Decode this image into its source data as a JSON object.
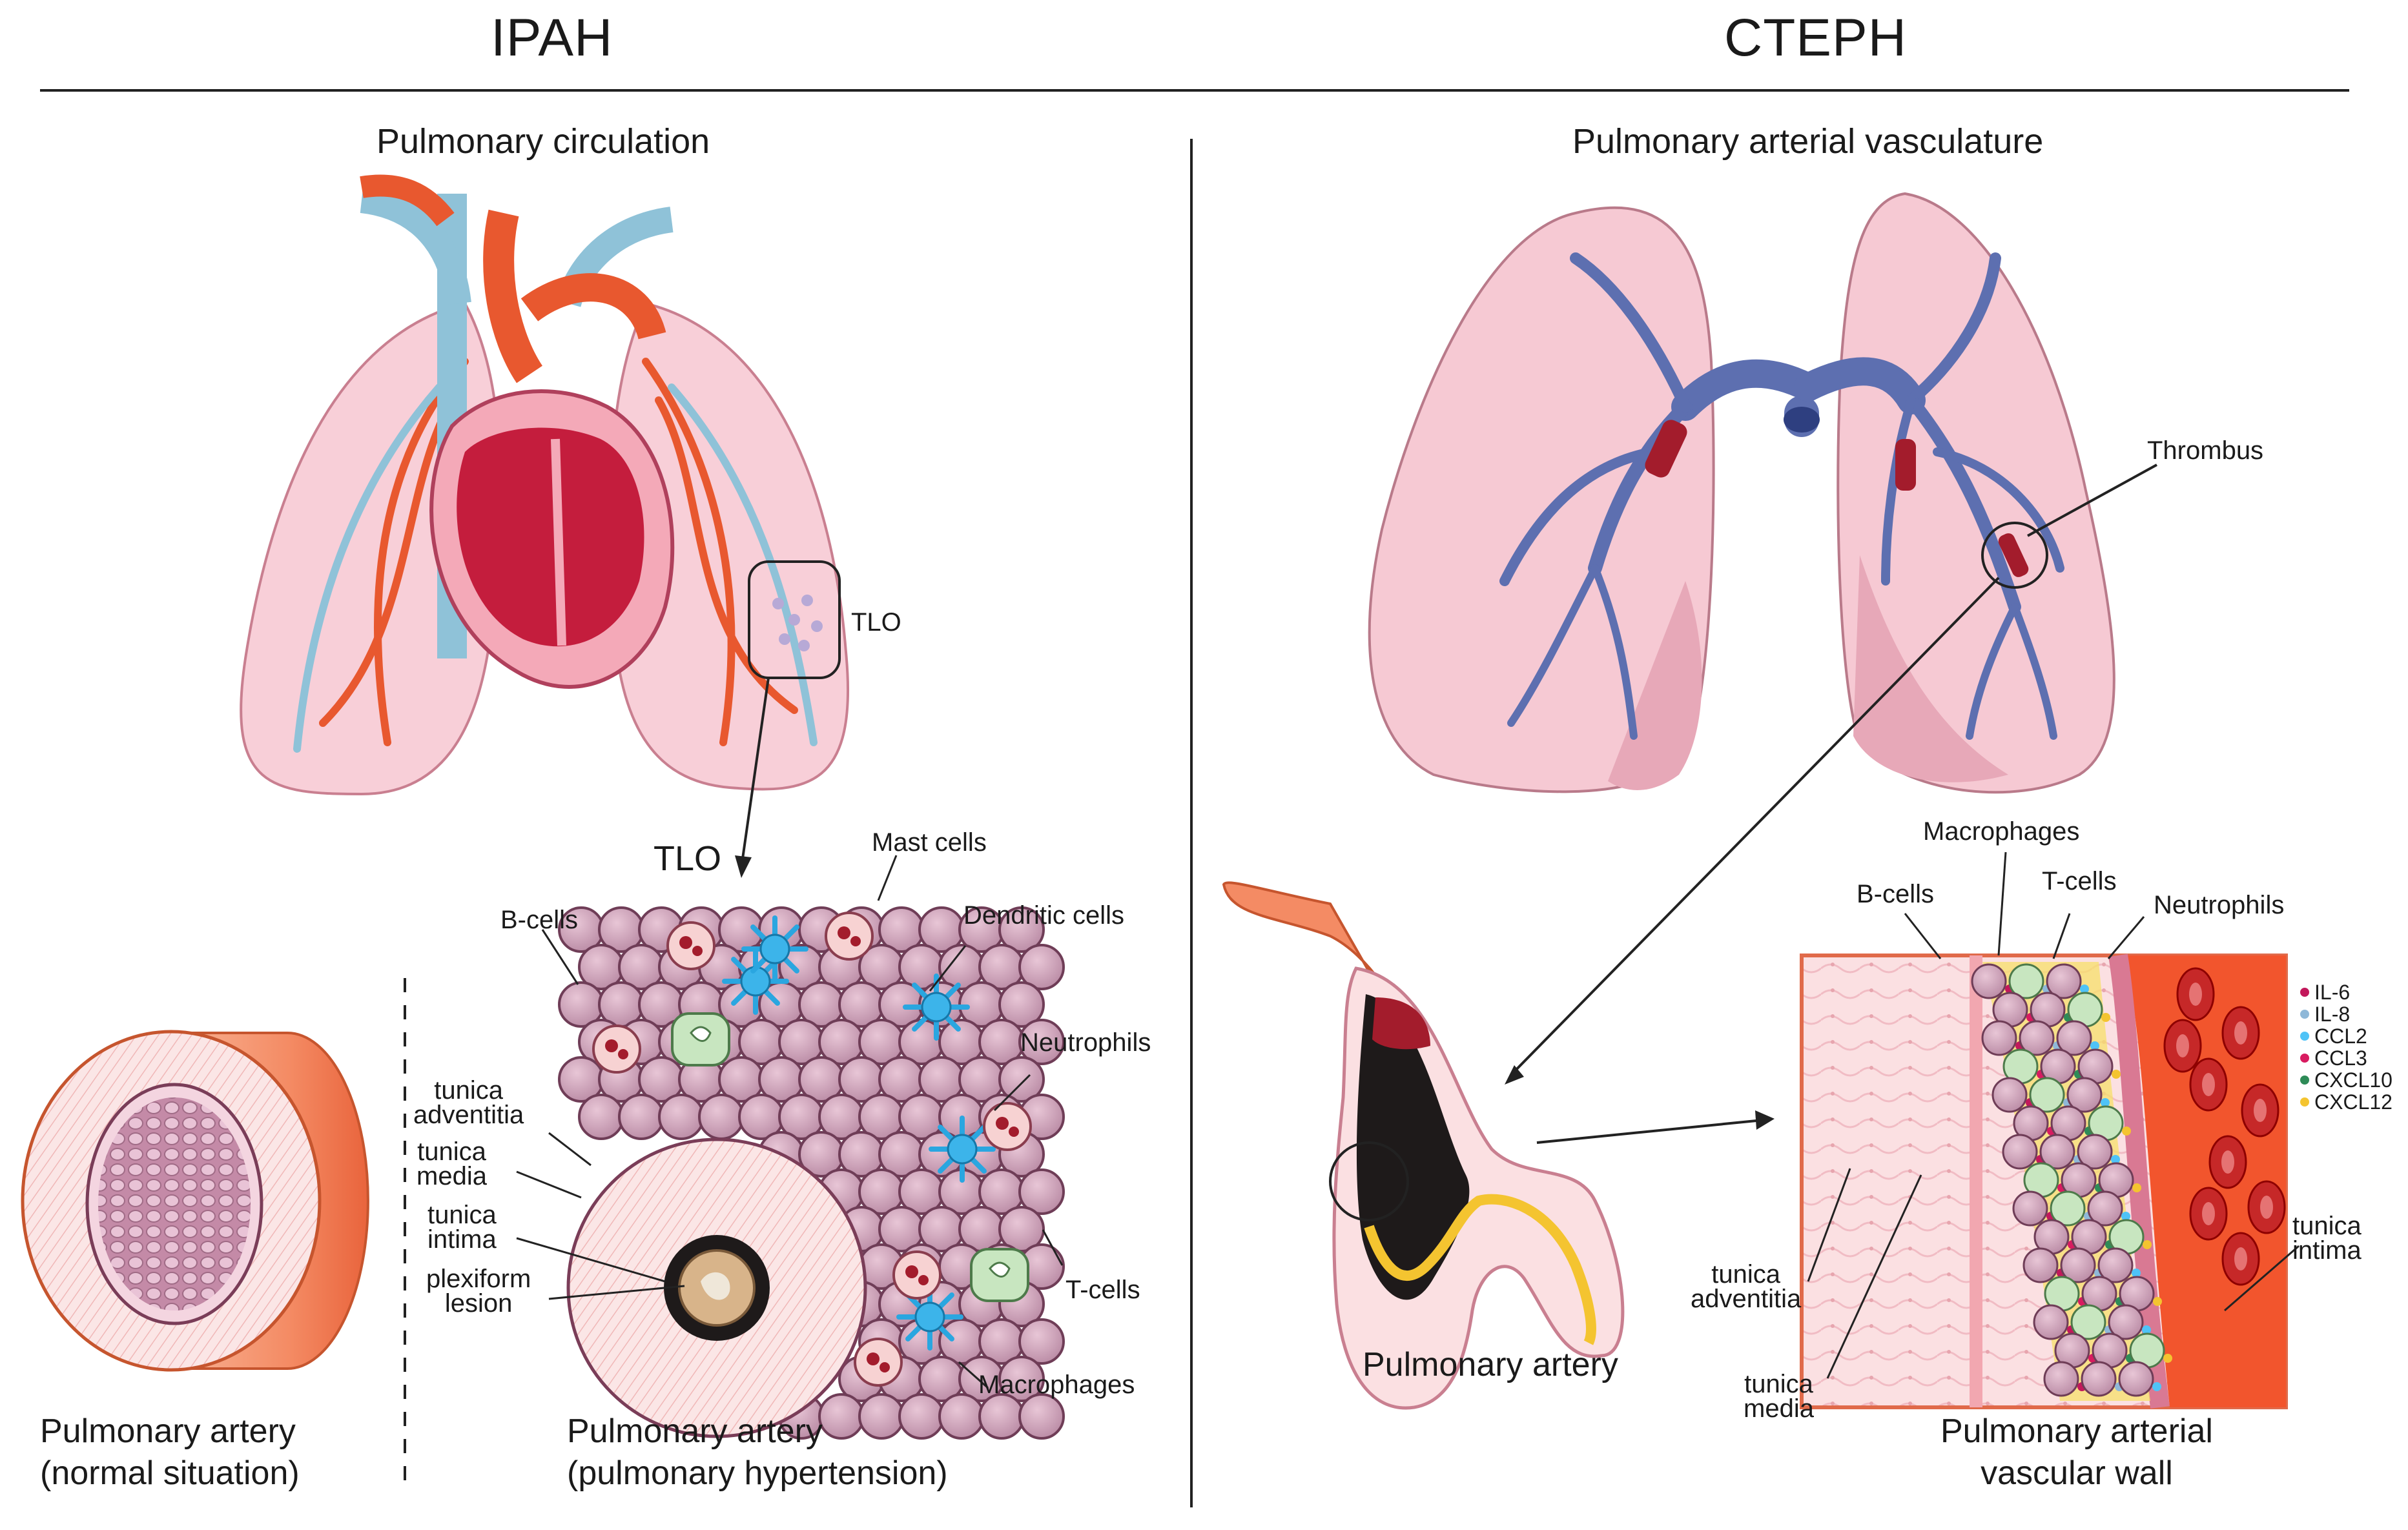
{
  "left_panel": {
    "title": "IPAH",
    "heart_title": "Pulmonary circulation",
    "tlo_box_label": "TLO",
    "tlo_title": "TLO",
    "cells": {
      "mast": "Mast cells",
      "b": "B-cells",
      "dendritic": "Dendritic cells",
      "neutrophils": "Neutrophils",
      "t": "T-cells",
      "macrophages": "Macrophages"
    },
    "layers": {
      "adventitia": "tunica\nadventitia",
      "media": "tunica\nmedia",
      "intima": "tunica\nintima",
      "lesion": "plexiform\nlesion"
    },
    "caption_normal": "Pulmonary artery\n(normal situation)",
    "caption_ph": "Pulmonary artery\n(pulmonary hypertension)"
  },
  "right_panel": {
    "title": "CTEPH",
    "lung_title": "Pulmonary arterial vasculature",
    "thrombus": "Thrombus",
    "cells": {
      "macrophages": "Macrophages",
      "b": "B-cells",
      "t": "T-cells",
      "neutrophils": "Neutrophils"
    },
    "legend": [
      {
        "label": "IL-6",
        "color": "#c2185b"
      },
      {
        "label": "IL-8",
        "color": "#8fb8d8"
      },
      {
        "label": "CCL2",
        "color": "#4fc3f7"
      },
      {
        "label": "CCL3",
        "color": "#d81b60"
      },
      {
        "label": "CXCL10",
        "color": "#2e8b57"
      },
      {
        "label": "CXCL12",
        "color": "#f4c430"
      }
    ],
    "layers": {
      "adventitia": "tunica\nadventitia",
      "media": "tunica\nmedia",
      "intima": "tunica\nintima"
    },
    "caption_artery": "Pulmonary artery",
    "caption_wall": "Pulmonary arterial\nvascular wall"
  }
}
